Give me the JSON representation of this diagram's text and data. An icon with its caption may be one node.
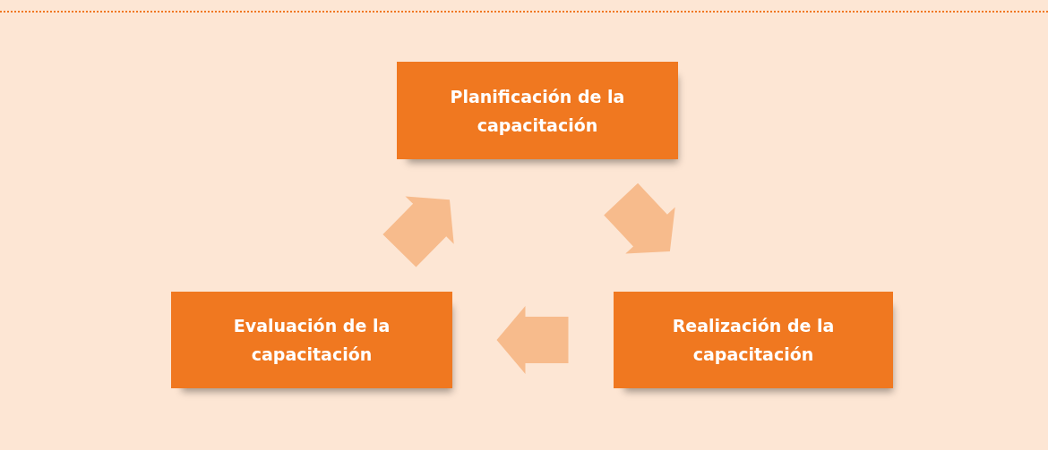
{
  "diagram": {
    "nodes": [
      {
        "text": [
          "Planificación de la capacitación"
        ]
      },
      {
        "text": [
          "Realización de la capacitación"
        ]
      },
      {
        "text": [
          "Evaluación de la capacitación"
        ]
      }
    ],
    "edges": [
      {
        "from": 0,
        "to": 1,
        "arrow": "to"
      },
      {
        "from": 1,
        "to": 2,
        "arrow": "to"
      },
      {
        "from": 2,
        "to": 0,
        "arrow": "to"
      }
    ]
  }
}
